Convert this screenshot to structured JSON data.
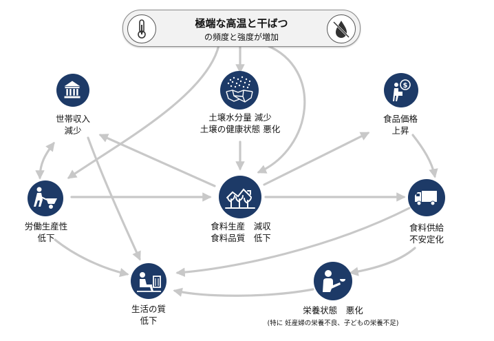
{
  "top": {
    "title": "極端な高温と干ばつ",
    "subtitle": "の頻度と強度が増加",
    "left_icon": "thermometer-icon",
    "right_icon": "drought-drop-icon"
  },
  "nodes": {
    "household_income": {
      "line1": "世帯収入",
      "line2": "減少",
      "icon": "bank-icon"
    },
    "soil": {
      "line1": "土壌水分量 減少",
      "line2": "土壌の健康状態 悪化",
      "icon": "cracked-soil-icon"
    },
    "food_price": {
      "line1": "食品価格",
      "line2": "上昇",
      "icon": "person-money-icon"
    },
    "labor": {
      "line1": "労働生産性",
      "line2": "低下",
      "icon": "wheelbarrow-worker-icon"
    },
    "food_production": {
      "line1": "食料生産　減収",
      "line2": "食料品質　低下",
      "icon": "wilting-crop-icon"
    },
    "food_supply": {
      "line1": "食料供給",
      "line2": "不安定化",
      "icon": "delivery-truck-icon"
    },
    "quality_of_life": {
      "line1": "生活の質",
      "line2": "低下",
      "icon": "seated-person-icon"
    },
    "nutrition": {
      "line1": "栄養状態　悪化",
      "line2": "",
      "note": "(特に 妊産婦の栄養不良、子どもの栄養不足)",
      "icon": "person-eating-icon"
    }
  },
  "colors": {
    "node": "#1d3a67",
    "arrow": "#c8c8c8",
    "box_fill": "#f2f2f2",
    "box_border": "#8a8a8a"
  }
}
